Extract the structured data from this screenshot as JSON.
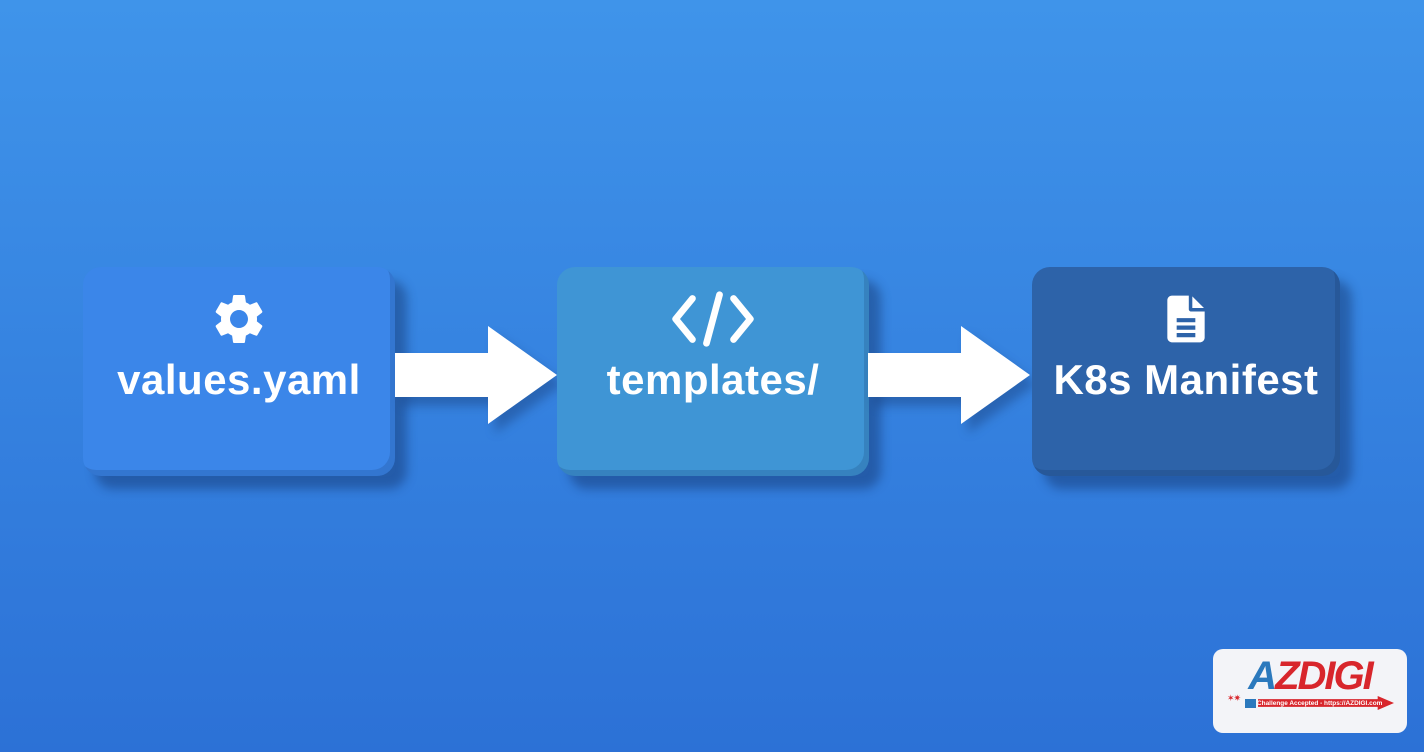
{
  "canvas": {
    "background_top": "#3f94ea",
    "background_bottom": "#2c71d6"
  },
  "diagram": {
    "nodes": [
      {
        "id": "values-yaml",
        "label": "values.yaml",
        "icon": "gear-icon",
        "color": "#3b86e9"
      },
      {
        "id": "templates",
        "label": "templates/",
        "icon": "code-icon",
        "color": "#3f95d5"
      },
      {
        "id": "k8s-manifest",
        "label": "K8s Manifest",
        "icon": "document-icon",
        "color": "#2d63a9"
      }
    ],
    "flow": [
      {
        "from": "values.yaml",
        "to": "templates/"
      },
      {
        "from": "templates/",
        "to": "K8s Manifest"
      }
    ],
    "arrow_color": "#ffffff"
  },
  "watermark": {
    "brand_prefix": "A",
    "brand_suffix": "ZDIGI",
    "tagline": "Challenge Accepted - https://AZDIGI.com",
    "colors": {
      "blue": "#2b79bd",
      "red": "#d8262c",
      "panel": "#f3f4f8"
    }
  }
}
